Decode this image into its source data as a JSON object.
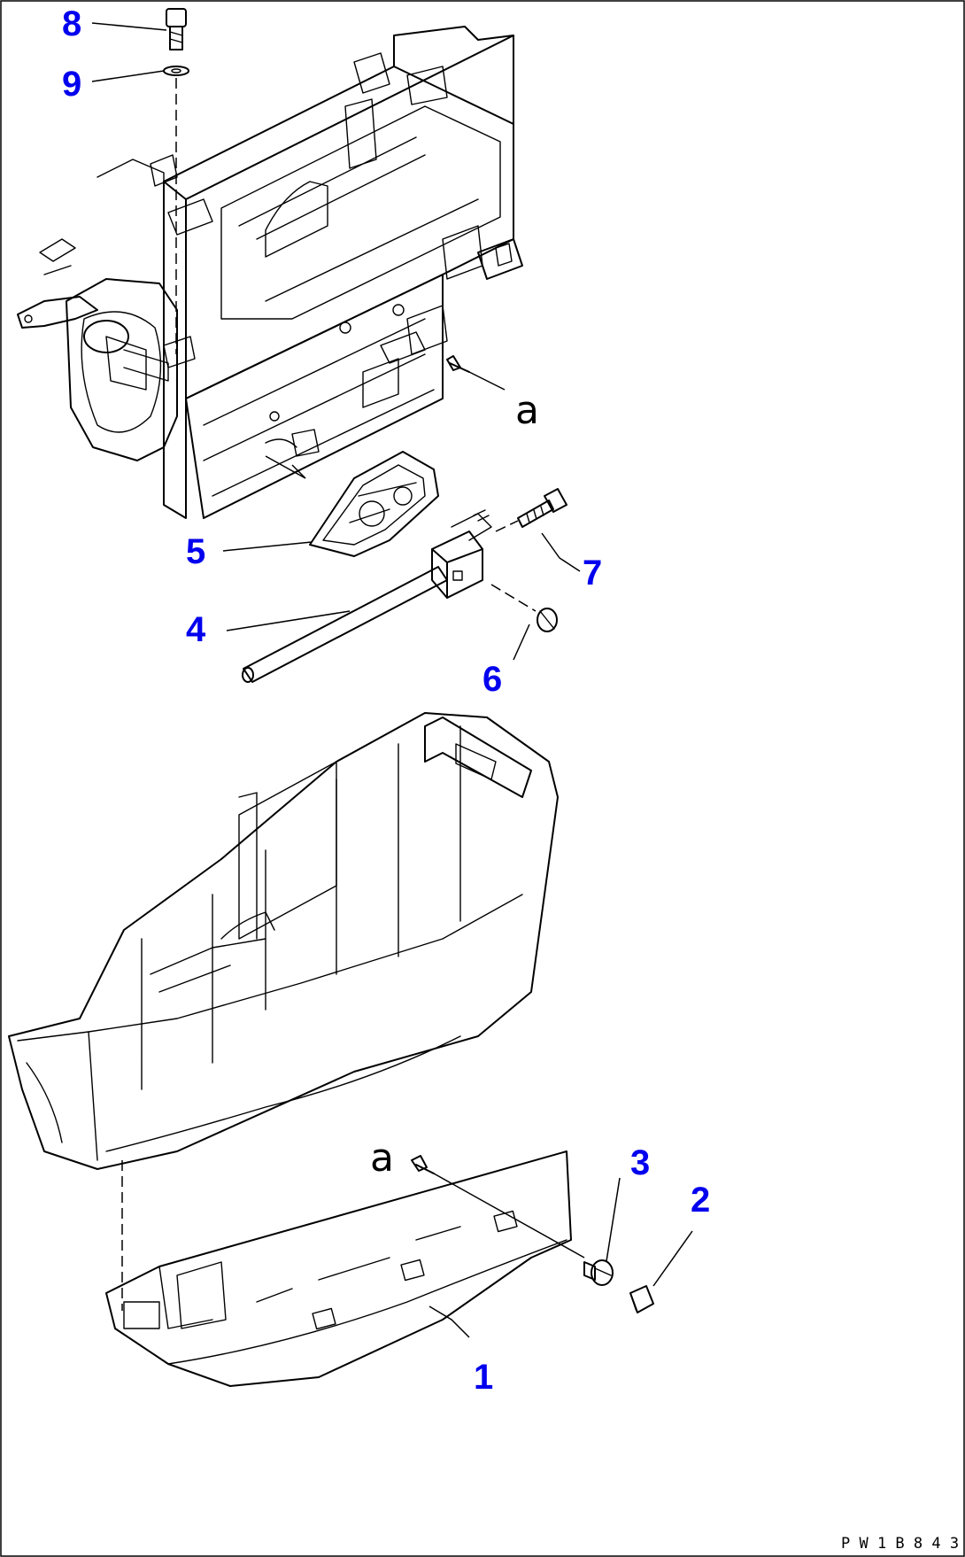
{
  "callouts": [
    {
      "id": "1",
      "label": "1"
    },
    {
      "id": "2",
      "label": "2"
    },
    {
      "id": "3",
      "label": "3"
    },
    {
      "id": "4",
      "label": "4"
    },
    {
      "id": "5",
      "label": "5"
    },
    {
      "id": "6",
      "label": "6"
    },
    {
      "id": "7",
      "label": "7"
    },
    {
      "id": "8",
      "label": "8"
    },
    {
      "id": "9",
      "label": "9"
    }
  ],
  "reference_marks": {
    "upper": "a",
    "lower": "a"
  },
  "drawing_code": "P W 1 B 8 4 3",
  "colors": {
    "callout": "#0000ee",
    "linework": "#000000",
    "background": "#ffffff"
  }
}
